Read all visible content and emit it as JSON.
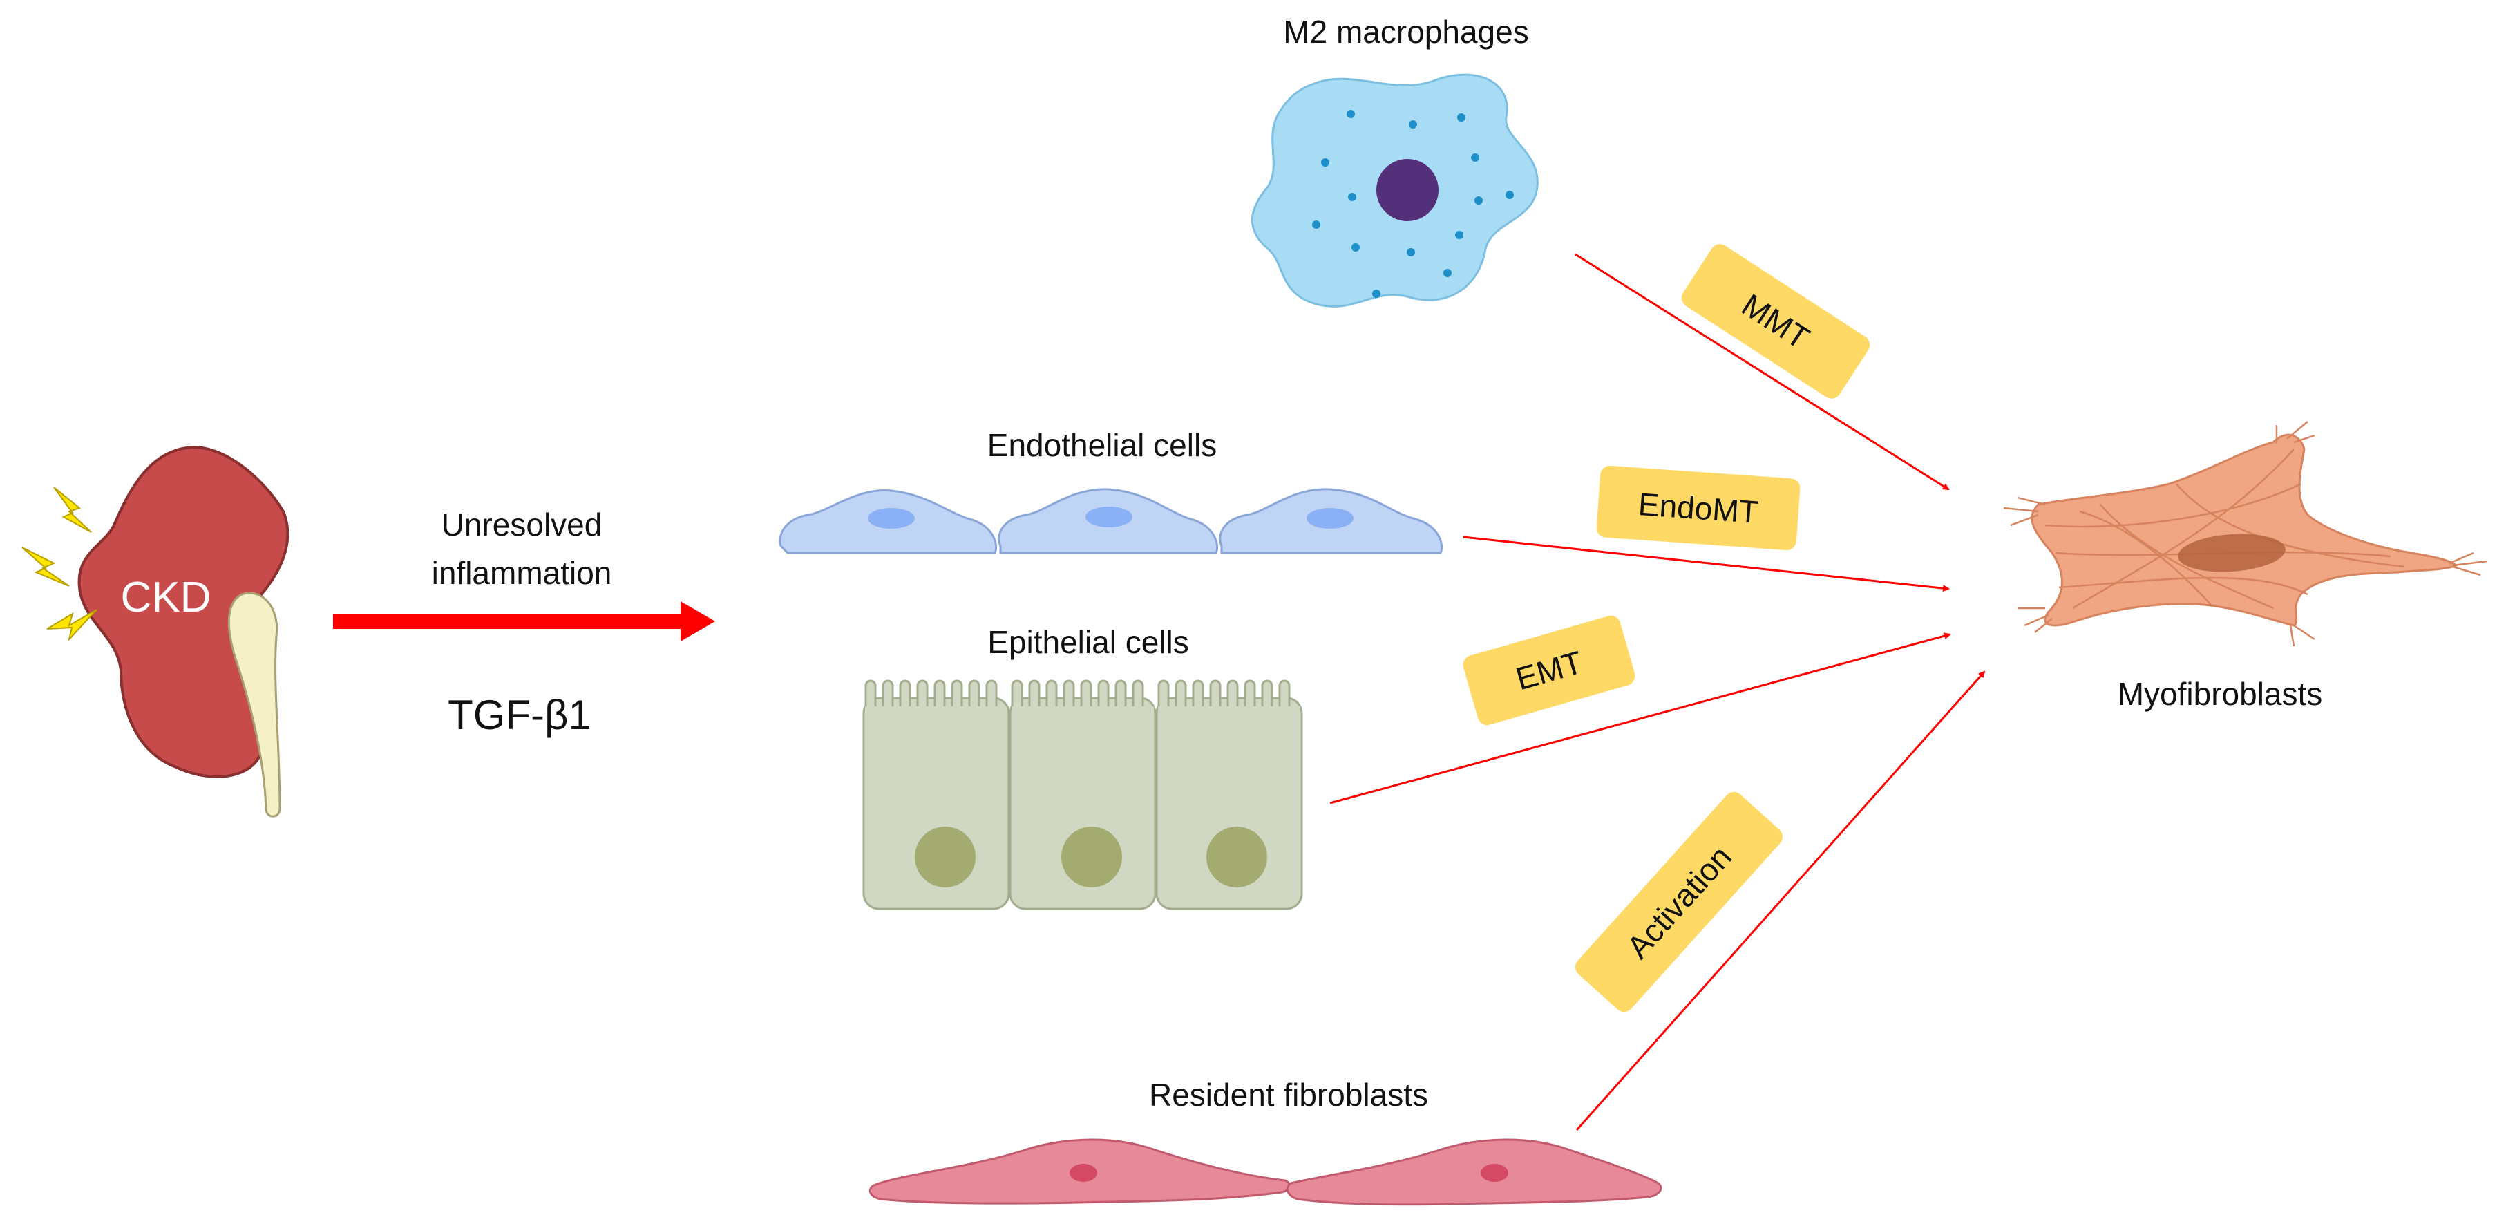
{
  "colors": {
    "arrow_red": "#ff0000",
    "kidney": "#c84b4b",
    "ureter": "#f5f0c8",
    "macrophage": "#a8dcf5",
    "macrophage_nucleus": "#54307a",
    "endothelial": "#c0d4f5",
    "epithelial": "#d0d7c3",
    "epithelial_nucleus": "#a3ab70",
    "fibroblast": "#e8899a",
    "myofibroblast": "#f0a583",
    "label_box": "#ffd966"
  },
  "kidney": {
    "label": "CKD",
    "icons": [
      "lightning-icon",
      "lightning-icon",
      "lightning-icon"
    ]
  },
  "main_arrow": {
    "label_line1": "Unresolved",
    "label_line2": "inflammation",
    "sublabel": "TGF-β1"
  },
  "sources": {
    "macrophages": "M2 macrophages",
    "endothelial": "Endothelial cells",
    "epithelial": "Epithelial cells",
    "fibroblasts": "Resident fibroblasts"
  },
  "transitions": {
    "mmt": "MMT",
    "endomt": "EndoMT",
    "emt": "EMT",
    "activation": "Activation"
  },
  "target": {
    "label": "Myofibroblasts"
  }
}
